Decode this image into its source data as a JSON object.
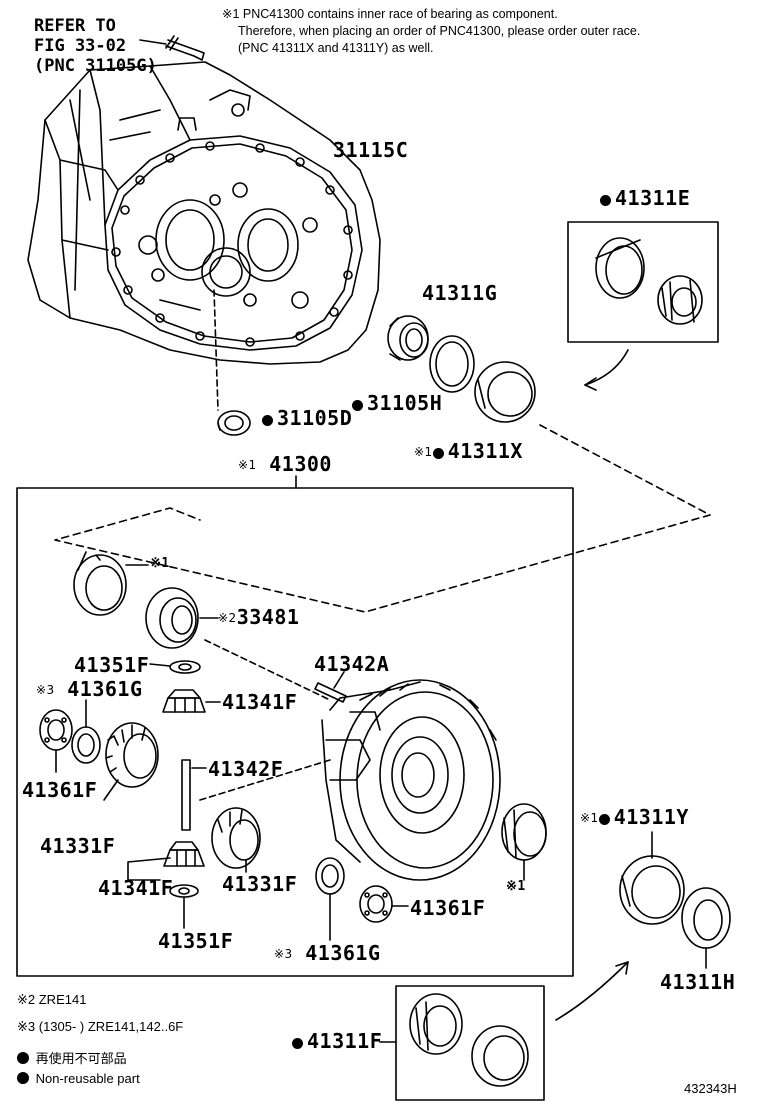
{
  "refer": {
    "line1": "REFER TO",
    "line2": "FIG 33-02",
    "line3": "(PNC 31105G)"
  },
  "header_note": {
    "line1": "※1 PNC41300 contains inner race of bearing as component.",
    "line2": "Therefore, when placing an order of PNC41300, please order outer race.",
    "line3": "(PNC 41311X and 41311Y) as well."
  },
  "labels": {
    "p31115C": "31115C",
    "p41311E": "41311E",
    "p41311G": "41311G",
    "p31105H": "31105H",
    "p31105D": "31105D",
    "p41311X": "41311X",
    "p41300": "41300",
    "p33481": "33481",
    "p41351F_top": "41351F",
    "p41342A": "41342A",
    "p41361G_top": "41361G",
    "p41341F_top": "41341F",
    "p41342F": "41342F",
    "p41361F_left": "41361F",
    "p41331F_left": "41331F",
    "p41341F_bottom": "41341F",
    "p41331F_right": "41331F",
    "p41351F_bottom": "41351F",
    "p41361F_right": "41361F",
    "p41361G_bottom": "41361G",
    "p41311Y": "41311Y",
    "p41311H": "41311H",
    "p41311F": "41311F"
  },
  "marks": {
    "m1": "※1",
    "m2": "※2",
    "m3": "※3"
  },
  "footnotes": {
    "n2": "※2 ZRE141",
    "n3": "※3 (1305-      ) ZRE141,142..6F",
    "legend_jp": "再使用不可部品",
    "legend_en": "Non-reusable part"
  },
  "figure_id": "432343H"
}
